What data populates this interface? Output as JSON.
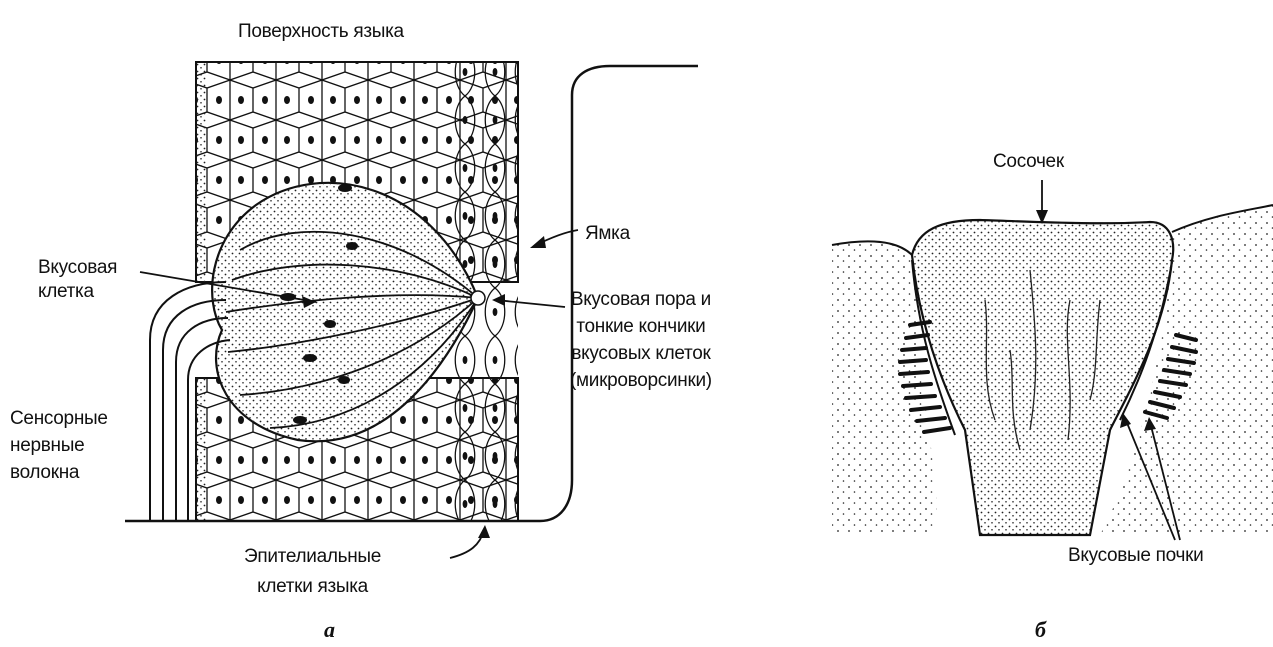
{
  "figure": {
    "panel_a": {
      "letter": "а",
      "labels": {
        "surface": "Поверхность языка",
        "pit": "Ямка",
        "taste_cell": "Вкусовая\nклетка",
        "pore": "Вкусовая пора и\nтонкие кончики\nвкусовых клеток\n(микроворсинки)",
        "nerve_fibers": "Сенсорные\nнервные\nволокна",
        "epithelial": "Эпителиальные\nклетки языка"
      }
    },
    "panel_b": {
      "letter": "б",
      "labels": {
        "papilla": "Сосочек",
        "taste_buds": "Вкусовые почки"
      }
    }
  }
}
